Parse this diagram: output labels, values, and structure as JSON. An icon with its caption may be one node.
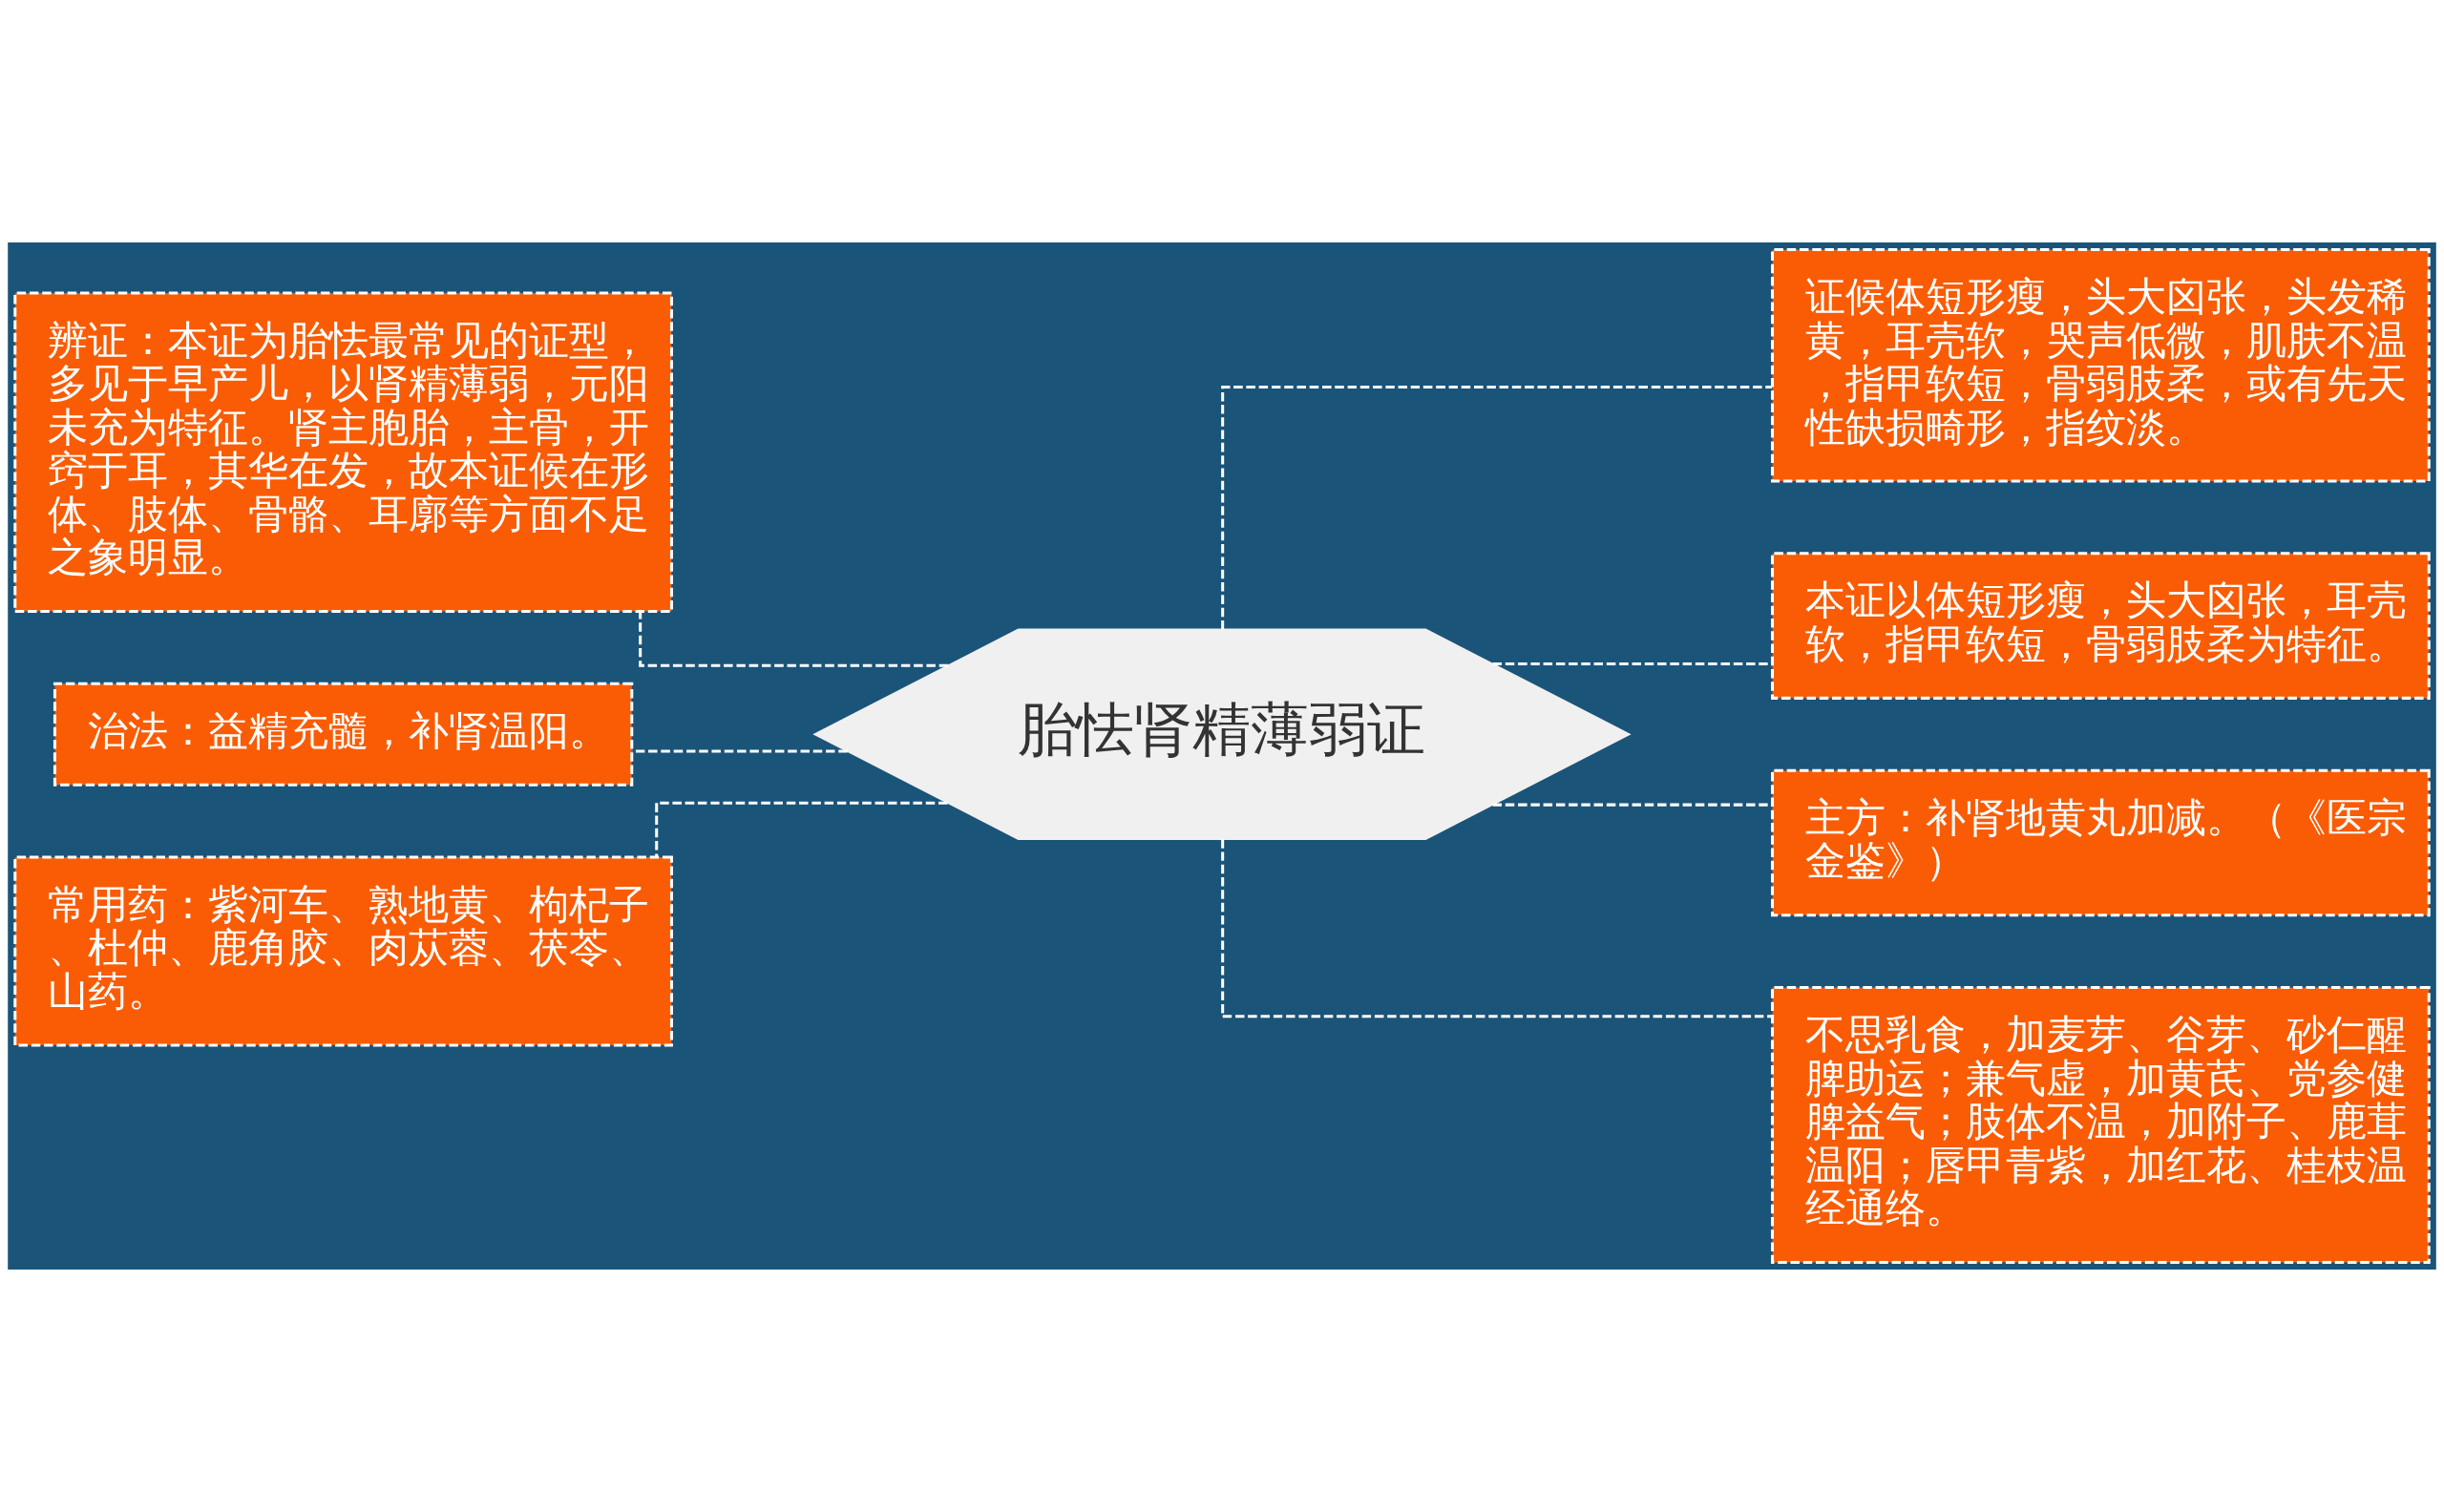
{
  "diagram": {
    "nodes": [
      {
        "text": [
          "胎怯肾精薄弱证"
        ]
      },
      {
        "text": [
          "辨证：本证为胎怯最常见的证型，多见于早产儿，以肾精薄弱，元阳未充为特征。肾主胞胎，主骨，开窍于耳，其华在发，故本证候在形体、肢体、骨骼、耳廓等方面不足之象明显。"
        ]
      },
      {
        "text": [
          "治法：益精充髓，补肾温阳。"
        ]
      },
      {
        "text": [
          "常用药：紫河车、熟地黄、枸杞子、杜仲、鹿角胶、肉苁蓉、茯苓、山药。"
        ]
      },
      {
        "text": [
          "证候体短形瘦，头大囟张，头发稀黄，耳壳软，哭声低微，肌肤不温，指甲软短，骨弱肢柔，或有先天性缺损畸形，指纹淡。"
        ]
      },
      {
        "text": [
          "本证以体短形瘦，头大囟张，耳壳软，指甲软短，骨弱肢柔为特征。"
        ]
      },
      {
        "text": [
          "主方：补肾地黄丸加减。（《医宗金鉴》）"
        ]
      },
      {
        "text": [
          "不思乳食，加麦芽、谷芽、砂仁醒脾助运；兼气虚，加黄芪、党参健脾益气；肢体不温，加附子、鹿茸温阳；唇甲青紫，加红花、桂枝温经通络。"
        ]
      }
    ],
    "edges": [
      {
        "from": 0,
        "to": 1,
        "arrow": "none",
        "style": "dashed"
      },
      {
        "from": 0,
        "to": 2,
        "arrow": "none",
        "style": "dashed"
      },
      {
        "from": 0,
        "to": 3,
        "arrow": "none",
        "style": "dashed"
      },
      {
        "from": 0,
        "to": 4,
        "arrow": "none",
        "style": "dashed"
      },
      {
        "from": 0,
        "to": 5,
        "arrow": "none",
        "style": "dashed"
      },
      {
        "from": 0,
        "to": 6,
        "arrow": "none",
        "style": "dashed"
      },
      {
        "from": 0,
        "to": 7,
        "arrow": "none",
        "style": "dashed"
      }
    ]
  }
}
